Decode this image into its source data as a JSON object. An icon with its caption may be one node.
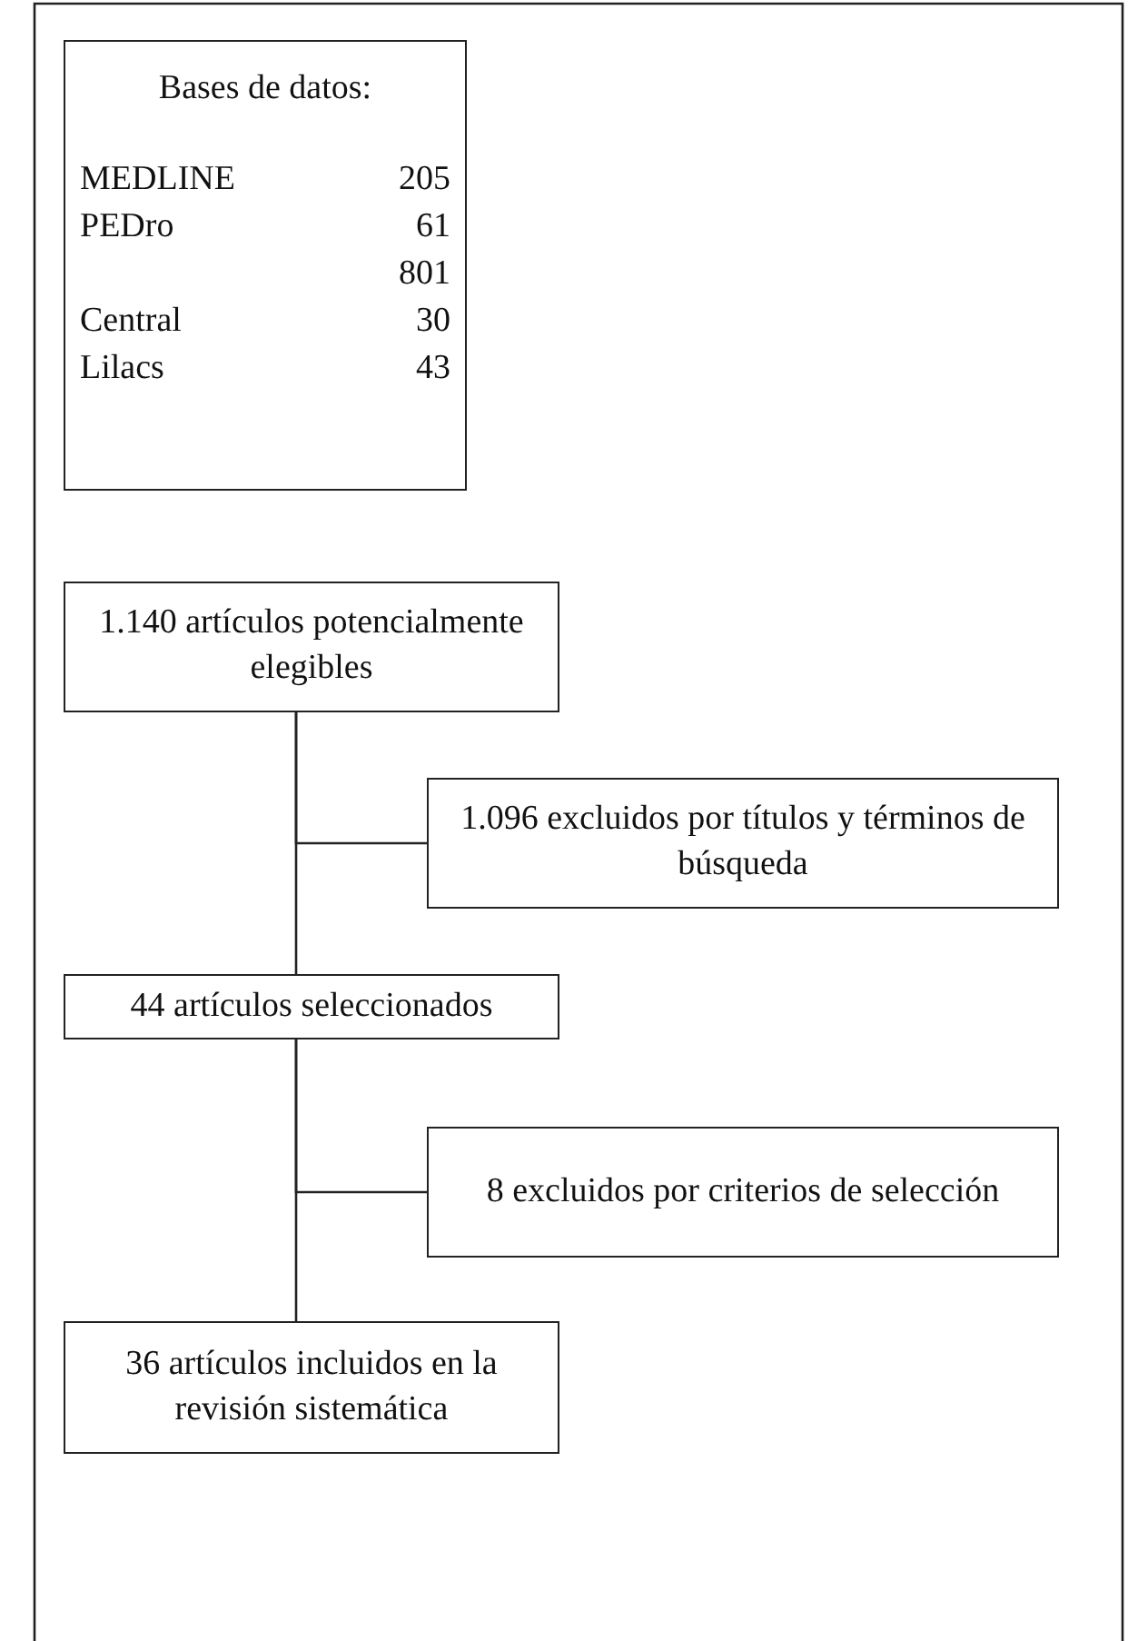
{
  "diagram": {
    "nodes": [
      {
        "text": [
          "Bases de datos:",
          "MEDLINE",
          "205",
          "PEDro",
          "61",
          "801",
          "Central",
          "30",
          "Lilacs",
          "43"
        ]
      },
      {
        "text": [
          "1.140 artículos potencialmente elegibles"
        ]
      },
      {
        "text": [
          "1.096 excluidos por títulos y términos de búsqueda"
        ]
      },
      {
        "text": [
          "44 artículos seleccionados"
        ]
      },
      {
        "text": [
          "8 excluidos por criterios de selección"
        ]
      },
      {
        "text": [
          "36 artículos incluidos en la revisión sistemática"
        ]
      }
    ],
    "edges": [
      {
        "from": 1,
        "to": 3,
        "arrow": "none"
      },
      {
        "from": 1,
        "to": 2,
        "arrow": "none"
      },
      {
        "from": 3,
        "to": 5,
        "arrow": "none"
      },
      {
        "from": 3,
        "to": 4,
        "arrow": "none"
      }
    ]
  }
}
